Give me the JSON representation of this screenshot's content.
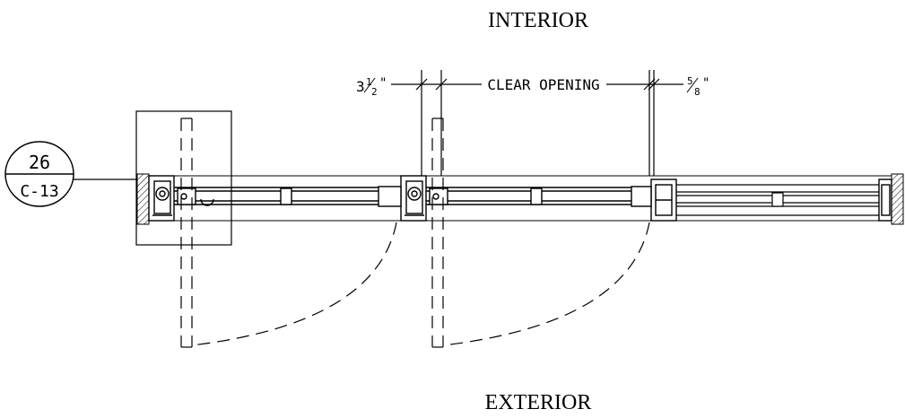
{
  "labels": {
    "interior": "INTERIOR",
    "exterior": "EXTERIOR",
    "clear_opening": "CLEAR OPENING",
    "dim_left_whole": "3",
    "dim_left_num": "1",
    "dim_left_den": "2",
    "dim_left_unit": "\"",
    "dim_right_num": "5",
    "dim_right_den": "8",
    "dim_right_unit": "\""
  },
  "callout": {
    "number": "26",
    "sheet": "C-13"
  },
  "colors": {
    "line": "#000000",
    "background": "#ffffff"
  }
}
